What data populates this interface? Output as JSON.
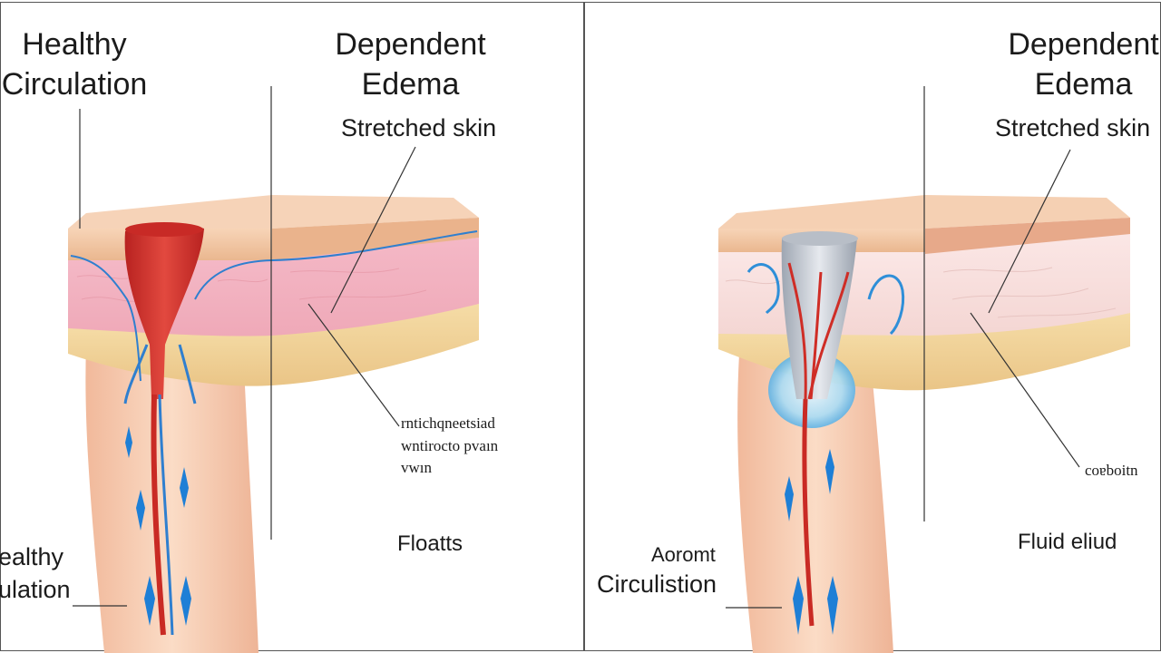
{
  "left_panel": {
    "title_healthy": [
      "Healthy",
      "Circulation"
    ],
    "title_edema": [
      "Dependent",
      "Edema"
    ],
    "stretched_skin": "Stretched skin",
    "garbled_text": [
      "rntichqneetsiad",
      "wntirocto pvaın",
      "vwın"
    ],
    "fluid_label": "Floatts",
    "bottom_label": [
      "ealthy",
      "ulation"
    ]
  },
  "right_panel": {
    "title_edema": [
      "Dependent",
      "Edema"
    ],
    "stretched_skin": "Stretched skin",
    "side_label": "coɐboitn",
    "fluid_label": "Fluid eliud",
    "bottom_label": [
      "Aoromt",
      "Circulistion"
    ]
  },
  "colors": {
    "skin_top": "#f2c9a6",
    "dermis_pink": "#f2b8c4",
    "fat_yellow": "#f3d9a3",
    "leg": "#f6c9ae",
    "artery_red": "#d8332b",
    "vein_blue": "#2f8fd8",
    "fluid_blue": "#8fd1f0",
    "line": "#333333"
  }
}
